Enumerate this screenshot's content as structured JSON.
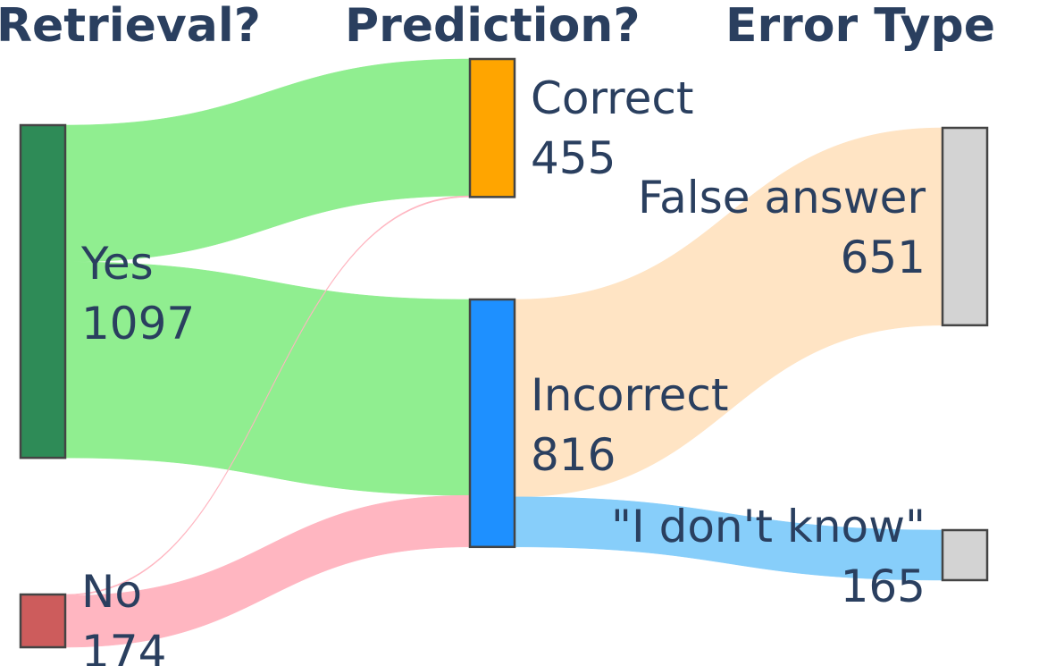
{
  "chart_data": {
    "type": "sankey",
    "columns": [
      "Retrieval?",
      "Prediction?",
      "Error Type"
    ],
    "nodes": [
      {
        "id": "yes",
        "label": "Yes",
        "value": 1097,
        "column": 0,
        "color": "#2e8b57"
      },
      {
        "id": "no",
        "label": "No",
        "value": 174,
        "column": 0,
        "color": "#cd5c5c"
      },
      {
        "id": "correct",
        "label": "Correct",
        "value": 455,
        "column": 1,
        "color": "#ffa500"
      },
      {
        "id": "incorrect",
        "label": "Incorrect",
        "value": 816,
        "column": 1,
        "color": "#1e90ff"
      },
      {
        "id": "false_answer",
        "label": "False answer",
        "value": 651,
        "column": 2,
        "color": "#d3d3d3"
      },
      {
        "id": "idk",
        "label": "\"I don't know\"",
        "value": 165,
        "column": 2,
        "color": "#d3d3d3"
      }
    ],
    "links": [
      {
        "source": "yes",
        "target": "correct",
        "value": 451,
        "color": "#90ee90"
      },
      {
        "source": "yes",
        "target": "incorrect",
        "value": 646,
        "color": "#90ee90"
      },
      {
        "source": "no",
        "target": "correct",
        "value": 4,
        "color": "#ffb6c1"
      },
      {
        "source": "no",
        "target": "incorrect",
        "value": 170,
        "color": "#ffb6c1"
      },
      {
        "source": "incorrect",
        "target": "false_answer",
        "value": 651,
        "color": "#ffe4c4"
      },
      {
        "source": "incorrect",
        "target": "idk",
        "value": 165,
        "color": "#87cefa"
      }
    ]
  }
}
